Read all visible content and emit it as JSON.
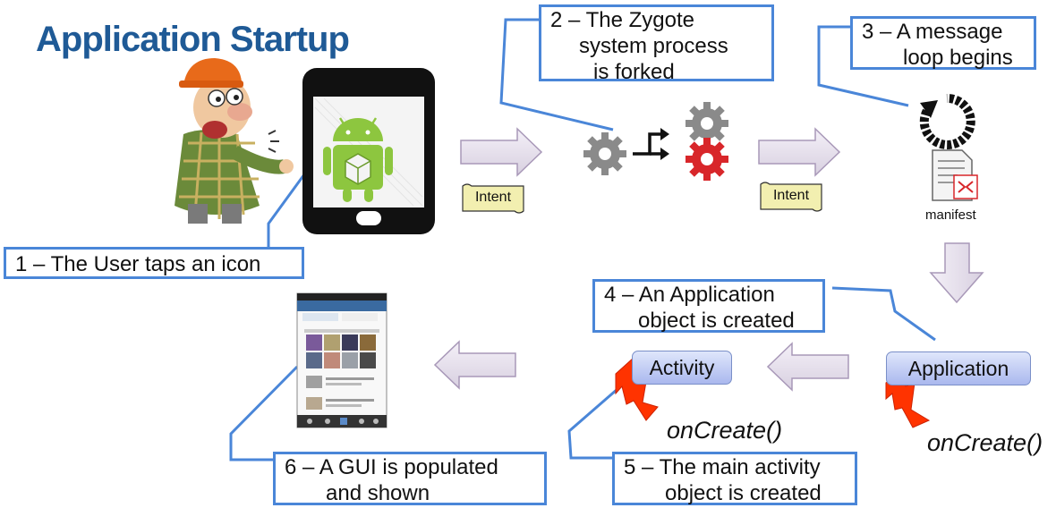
{
  "title": "Application Startup",
  "steps": {
    "step1": "1 – The User taps an icon",
    "step2": [
      "2 – The Zygote",
      "system process",
      "is forked"
    ],
    "step3": [
      "3 – A message",
      "loop begins"
    ],
    "step4": [
      "4 – An Application",
      "object is created"
    ],
    "step5": [
      "5 – The main activity",
      "object is created"
    ],
    "step6": [
      "6 – A GUI is populated",
      "and shown"
    ]
  },
  "intent_labels": [
    "Intent",
    "Intent"
  ],
  "manifest_label": "manifest",
  "nodes": {
    "application": "Application",
    "activity": "Activity"
  },
  "oncreate": [
    "onCreate()",
    "onCreate()"
  ],
  "colors": {
    "title": "#1f5a96",
    "callout_border": "#4a86d8",
    "gear_gray": "#8a8a8a",
    "gear_red": "#d8262a",
    "android_green": "#8dc63f",
    "lightning": "#ff3300"
  },
  "icons": [
    "worker-illustration",
    "phone-icon",
    "android-icon",
    "gear-icon",
    "fork-arrow-icon",
    "loop-icon",
    "manifest-file-icon",
    "lightning-icon",
    "screenshot-thumbnail"
  ]
}
